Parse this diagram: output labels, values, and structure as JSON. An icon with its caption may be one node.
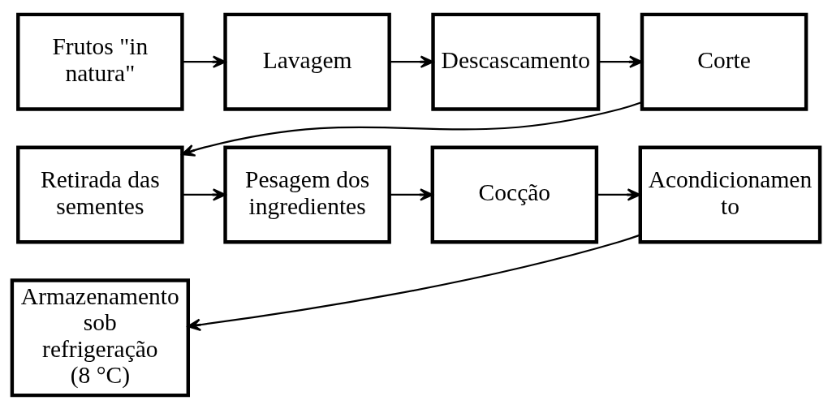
{
  "diagram": {
    "nodes": [
      {
        "text": [
          "Frutos \"in natura\""
        ]
      },
      {
        "text": [
          "Lavagem"
        ]
      },
      {
        "text": [
          "Descascamento"
        ]
      },
      {
        "text": [
          "Corte"
        ]
      },
      {
        "text": [
          "Retirada das sementes"
        ]
      },
      {
        "text": [
          "Pesagem dos ingredientes"
        ]
      },
      {
        "text": [
          "Cocção"
        ]
      },
      {
        "text": [
          "Acondicionamento"
        ]
      },
      {
        "text": [
          "Armazenamento sob refrigeração (8 °C)"
        ]
      }
    ],
    "edges": [
      {
        "from": 0,
        "to": 1,
        "arrow": "to"
      },
      {
        "from": 1,
        "to": 2,
        "arrow": "to"
      },
      {
        "from": 2,
        "to": 3,
        "arrow": "to"
      },
      {
        "from": 3,
        "to": 4,
        "arrow": "to"
      },
      {
        "from": 4,
        "to": 5,
        "arrow": "to"
      },
      {
        "from": 5,
        "to": 6,
        "arrow": "to"
      },
      {
        "from": 6,
        "to": 7,
        "arrow": "to"
      },
      {
        "from": 7,
        "to": 8,
        "arrow": "to"
      }
    ]
  }
}
